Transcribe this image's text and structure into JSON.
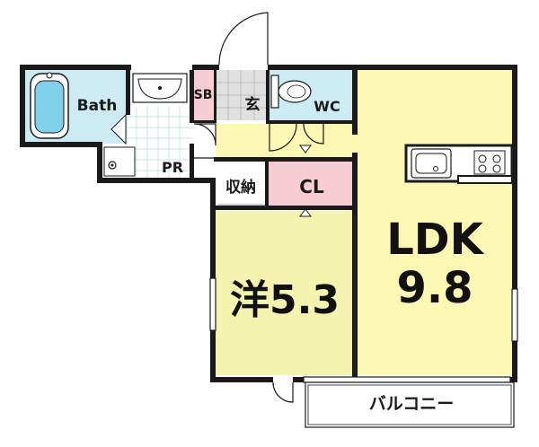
{
  "rooms": {
    "bath": "Bath",
    "sb": "SB",
    "entrance": "玄",
    "wc": "WC",
    "pr": "PR",
    "storage": "収納",
    "closet": "CL",
    "ldk_name": "LDK",
    "ldk_size": "9.8",
    "western_name": "洋",
    "western_size": "5.3",
    "balcony": "バルコニー"
  },
  "colors": {
    "ldk": "#fdf7b4",
    "western": "#f5f3b0",
    "bath": "#cdebf4",
    "wc": "#cdebf4",
    "sb": "#f7ccd2",
    "closet": "#f7ccd2",
    "entrance": "#e0e0e0",
    "hall": "#fdf7b4"
  }
}
